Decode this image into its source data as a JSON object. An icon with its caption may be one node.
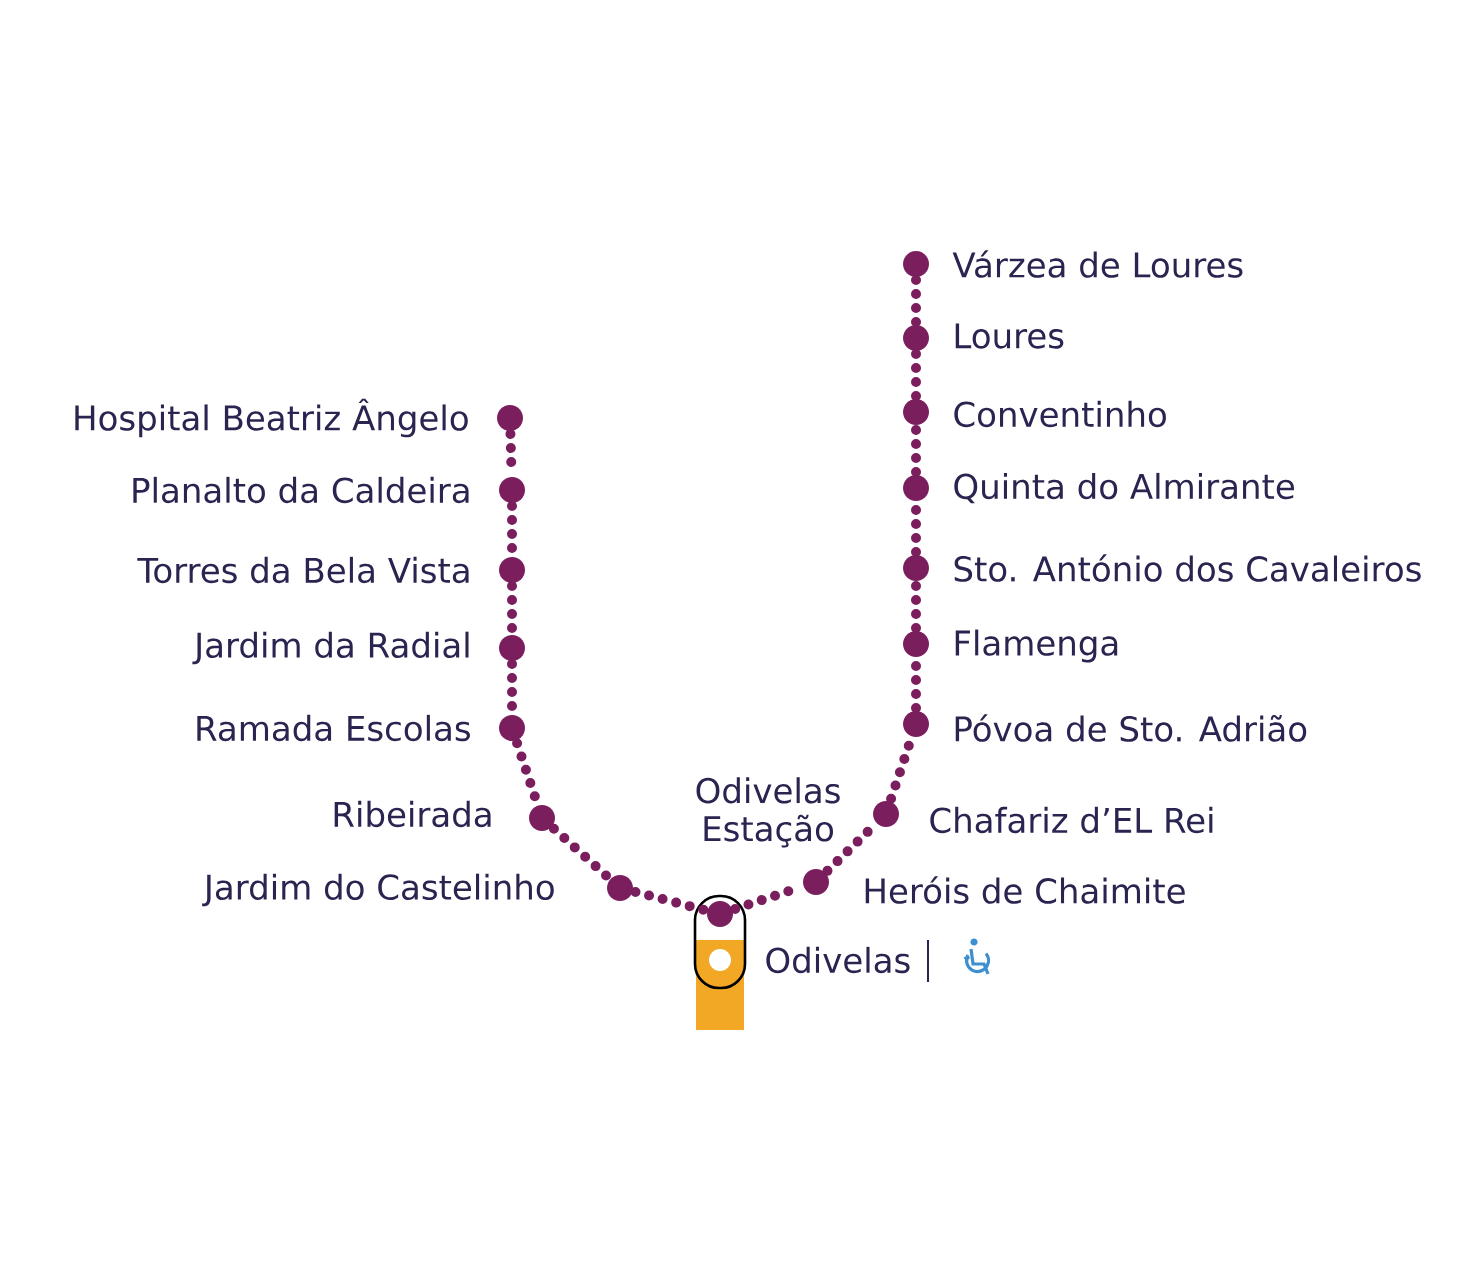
{
  "diagram": {
    "nodes": [
      {
        "text": [],
        "shape": "circle",
        "beside": [
          "Hospital Beatriz Ângelo"
        ]
      },
      {
        "text": [],
        "shape": "circle",
        "beside": [
          "Planalto da Caldeira"
        ]
      },
      {
        "text": [],
        "shape": "circle",
        "beside": [
          "Torres da Bela Vista"
        ]
      },
      {
        "text": [],
        "shape": "circle",
        "beside": [
          "Jardim da Radial"
        ]
      },
      {
        "text": [],
        "shape": "circle",
        "beside": [
          "Ramada Escolas"
        ]
      },
      {
        "text": [],
        "shape": "circle",
        "beside": [
          "Ribeirada"
        ]
      },
      {
        "text": [],
        "shape": "circle",
        "beside": [
          "Jardim do Castelinho"
        ]
      },
      {
        "text": [],
        "shape": "circle"
      },
      {
        "text": [],
        "shape": "circle",
        "beside": [
          "Heróis de Chaimite"
        ]
      },
      {
        "text": [],
        "shape": "circle",
        "beside": [
          "Chafariz d’EL Rei"
        ]
      },
      {
        "text": [],
        "shape": "circle",
        "beside": [
          "Póvoa de Sto. Adrião"
        ]
      },
      {
        "text": [],
        "shape": "circle",
        "beside": [
          "Flamenga"
        ]
      },
      {
        "text": [],
        "shape": "circle",
        "beside": [
          "Sto. António dos Cavaleiros"
        ]
      },
      {
        "text": [],
        "shape": "circle",
        "beside": [
          "Quinta do Almirante"
        ]
      },
      {
        "text": [],
        "shape": "circle",
        "beside": [
          "Conventinho"
        ]
      },
      {
        "text": [],
        "shape": "circle",
        "beside": [
          "Loures"
        ]
      },
      {
        "text": [],
        "shape": "circle",
        "beside": [
          "Várzea de Loures"
        ]
      },
      {
        "text": [],
        "shape": "circle",
        "beside": [
          "Odivelas"
        ]
      }
    ],
    "edges": [
      {
        "from": 0,
        "to": 1,
        "arrow": "none"
      },
      {
        "from": 1,
        "to": 2,
        "arrow": "none"
      },
      {
        "from": 2,
        "to": 3,
        "arrow": "none"
      },
      {
        "from": 3,
        "to": 4,
        "arrow": "none"
      },
      {
        "from": 4,
        "to": 5,
        "arrow": "none"
      },
      {
        "from": 5,
        "to": 6,
        "arrow": "none"
      },
      {
        "from": 6,
        "to": 7,
        "arrow": "none"
      },
      {
        "from": 7,
        "to": 8,
        "arrow": "none"
      },
      {
        "from": 8,
        "to": 9,
        "arrow": "none"
      },
      {
        "from": 9,
        "to": 10,
        "arrow": "none"
      },
      {
        "from": 10,
        "to": 11,
        "arrow": "none"
      },
      {
        "from": 11,
        "to": 12,
        "arrow": "none"
      },
      {
        "from": 12,
        "to": 13,
        "arrow": "none"
      },
      {
        "from": 13,
        "to": 14,
        "arrow": "none"
      },
      {
        "from": 14,
        "to": 15,
        "arrow": "none"
      },
      {
        "from": 15,
        "to": 16,
        "arrow": "none"
      }
    ],
    "labels": [
      "Odivelas Estação"
    ]
  }
}
